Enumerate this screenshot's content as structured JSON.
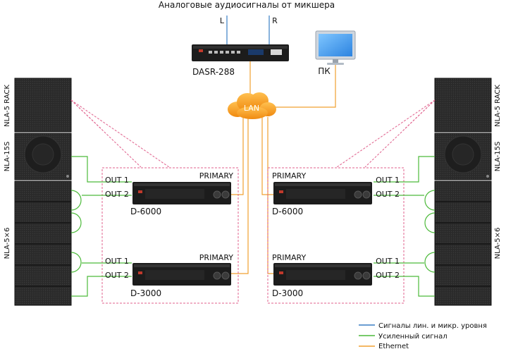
{
  "header": {
    "title": "Аналоговые аудиосигналы от микшера",
    "left": "L",
    "right": "R"
  },
  "processor": {
    "name": "DASR-288"
  },
  "pc": {
    "name": "ПК"
  },
  "network": {
    "name": "LAN"
  },
  "speakers": {
    "left": {
      "rack": "NLA-5 RACK",
      "sub": "NLA-15S",
      "array": "NLA-5×6"
    },
    "right": {
      "rack": "NLA-5 RACK",
      "sub": "NLA-15S",
      "array": "NLA-5×6"
    }
  },
  "amplifiers": {
    "top_left": {
      "model": "D-6000",
      "out1": "OUT 1",
      "out2": "OUT 2",
      "primary": "PRIMARY"
    },
    "bottom_left": {
      "model": "D-3000",
      "out1": "OUT 1",
      "out2": "OUT 2",
      "primary": "PRIMARY"
    },
    "top_right": {
      "model": "D-6000",
      "out1": "OUT 1",
      "out2": "OUT 2",
      "primary": "PRIMARY"
    },
    "bottom_right": {
      "model": "D-3000",
      "out1": "OUT 1",
      "out2": "OUT 2",
      "primary": "PRIMARY"
    }
  },
  "legend": {
    "line_signal": "Сигналы лин. и микр. уровня",
    "amplified": "Усиленный сигнал",
    "ethernet": "Ethernet"
  },
  "colors": {
    "line_signal": "#3a7fc4",
    "amplified": "#4cba3a",
    "ethernet": "#f0a030",
    "dashed_box": "#e0608c",
    "device": "#1c1c1c"
  }
}
